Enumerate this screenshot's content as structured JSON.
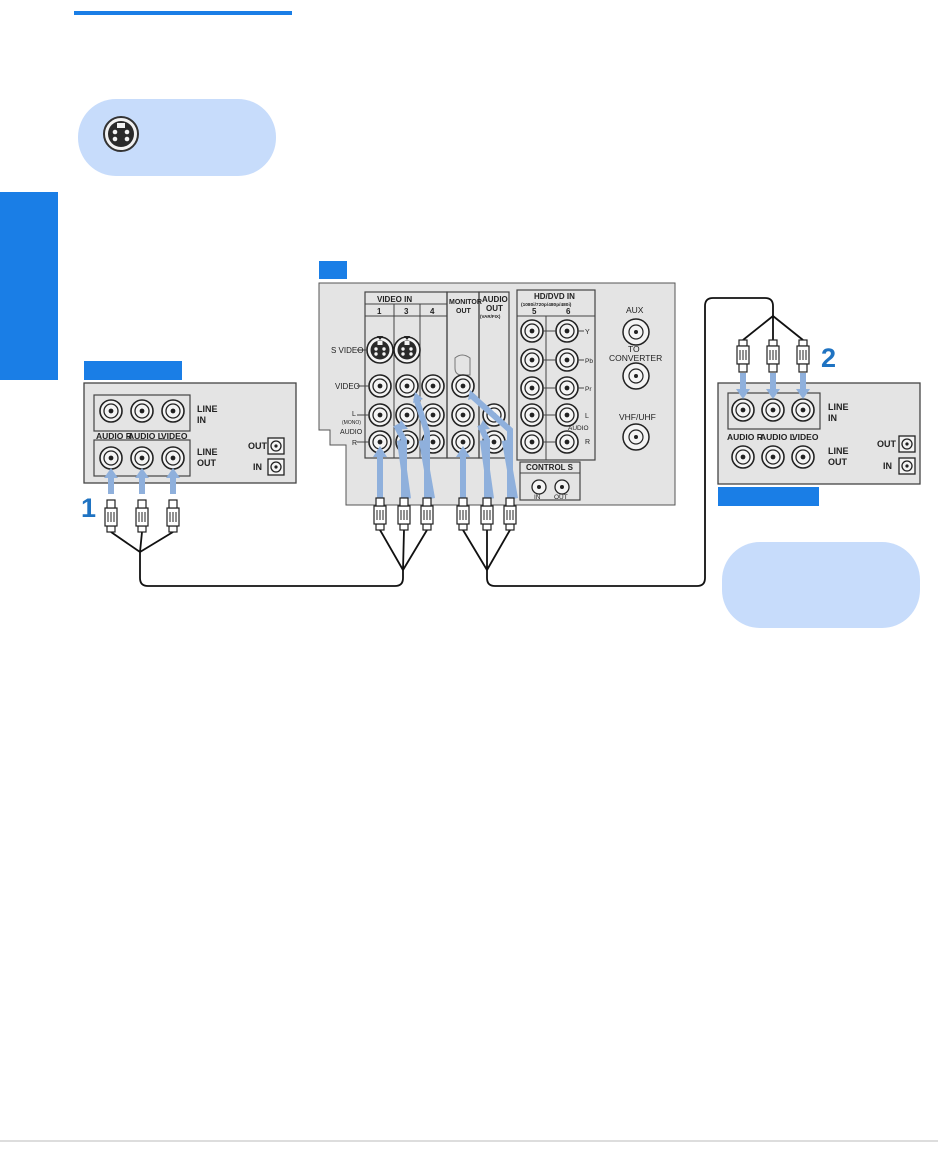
{
  "colors": {
    "accent": "#1a7ee6",
    "panel_fill": "#e4e4e4",
    "callout_fill": "#c7dcfb",
    "arrow_blue": "#8fb0dc",
    "step_number": "#1f73c2",
    "sidebar": "#1a7ee6"
  },
  "icons": {
    "svideo": "svideo-connector-icon"
  },
  "steps": {
    "step1": "1",
    "step2": "2"
  },
  "left_vcr": {
    "line_in": [
      "LINE",
      "IN"
    ],
    "line_out": [
      "LINE",
      "OUT"
    ],
    "audio_r": "AUDIO R",
    "audio_l": "AUDIO L",
    "video": "VIDEO",
    "out": "OUT",
    "in": "IN"
  },
  "right_vcr": {
    "line_in": [
      "LINE",
      "IN"
    ],
    "line_out": [
      "LINE",
      "OUT"
    ],
    "audio_r": "AUDIO R",
    "audio_l": "AUDIO L",
    "video": "VIDEO",
    "out": "OUT",
    "in": "IN"
  },
  "tv_panel": {
    "video_in": "VIDEO IN",
    "input_numbers": [
      "1",
      "3",
      "4"
    ],
    "monitor_out": [
      "MONITOR",
      "OUT"
    ],
    "audio_out": [
      "AUDIO",
      "OUT"
    ],
    "audio_out_sub": "(VAR/FIX)",
    "hd_dvd_in": "HD/DVD IN",
    "hd_dvd_sub": "(1080i/720p/480p/480i)",
    "hd_numbers": [
      "5",
      "6"
    ],
    "component": [
      "Y",
      "Pb",
      "Pr"
    ],
    "hd_audio": [
      "L",
      "AUDIO",
      "R"
    ],
    "s_video": "S VIDEO",
    "video": "VIDEO",
    "audio_l": "L",
    "audio_mono": "(MONO)",
    "audio": "AUDIO",
    "audio_r": "R",
    "aux": "AUX",
    "to_converter": [
      "TO",
      "CONVERTER"
    ],
    "vhf_uhf": "VHF/UHF",
    "control_s": "CONTROL S",
    "control_in": "IN",
    "control_out": "OUT"
  }
}
